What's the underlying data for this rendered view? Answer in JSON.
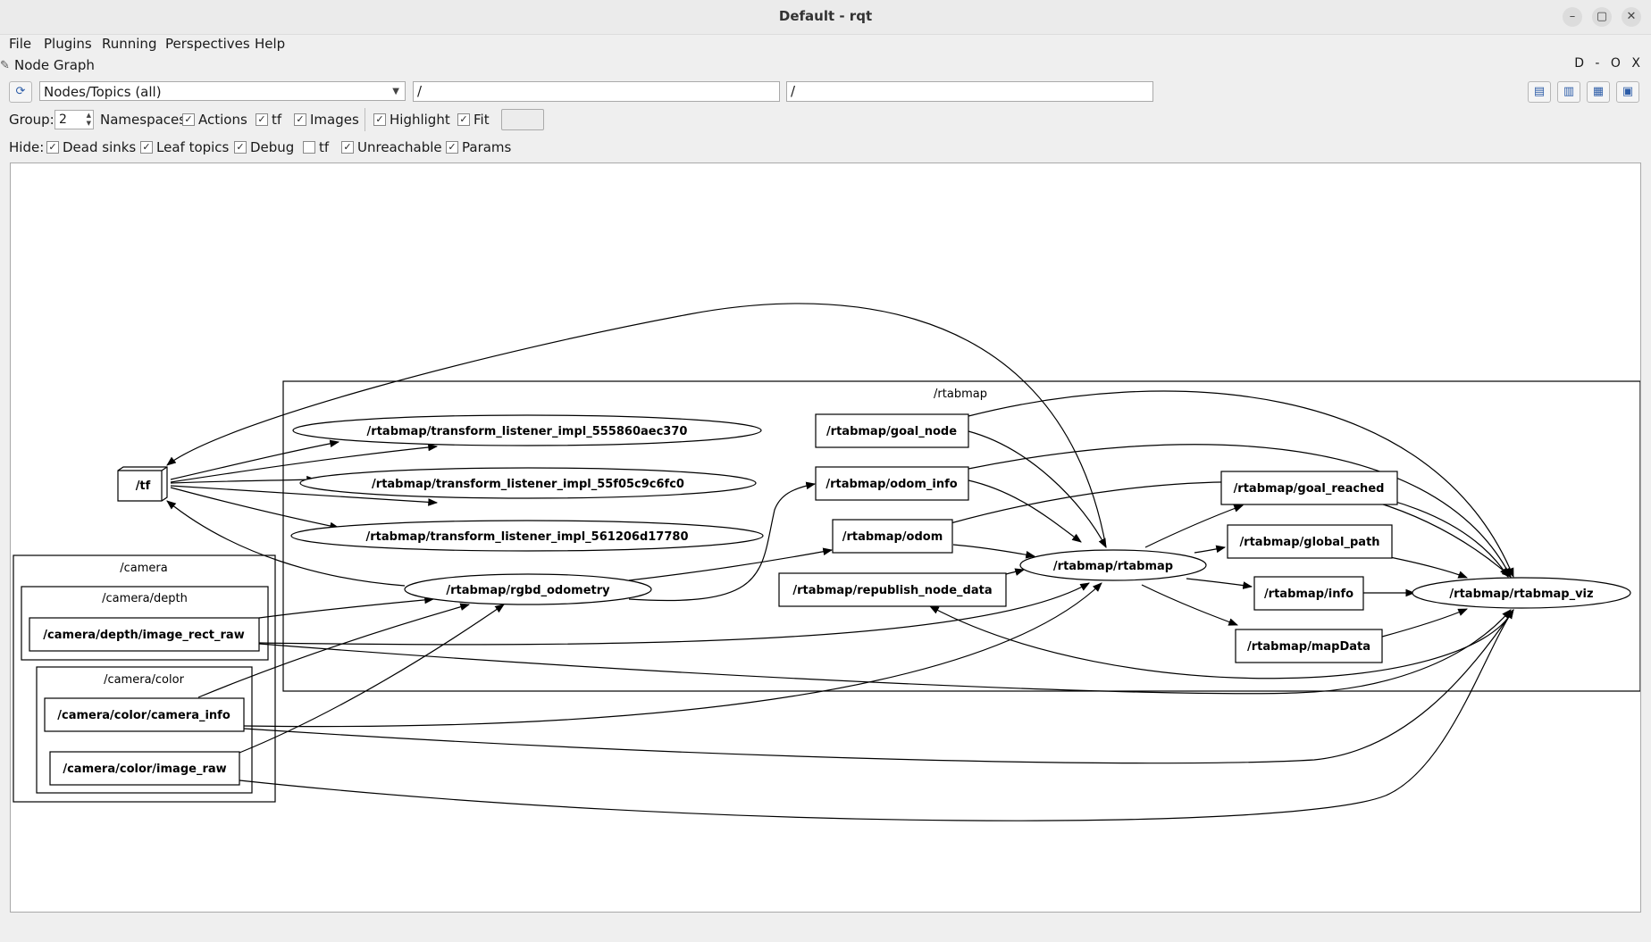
{
  "window": {
    "title": "Default - rqt"
  },
  "window_controls": {
    "minimize": "–",
    "maximize": "▢",
    "close": "✕"
  },
  "menubar": {
    "items": [
      "File",
      "Plugins",
      "Running",
      "Perspectives",
      "Help"
    ]
  },
  "plugin": {
    "title": "Node Graph",
    "dock_buttons": "D - O X"
  },
  "toolbar": {
    "view_mode": "Nodes/Topics (all)",
    "node_filter": "/",
    "topic_filter": "/"
  },
  "options": {
    "group_label": "Group:",
    "group_value": "2",
    "namespaces_label": "Namespaces",
    "actions_label": "Actions",
    "tf_label": "tf",
    "images_label": "Images",
    "highlight_label": "Highlight",
    "fit_label": "Fit",
    "checked": {
      "namespaces": false,
      "actions": true,
      "tf": true,
      "images": true,
      "highlight": true,
      "fit": true
    }
  },
  "hide": {
    "label": "Hide:",
    "dead_sinks_label": "Dead sinks",
    "leaf_topics_label": "Leaf topics",
    "debug_label": "Debug",
    "tf_label": "tf",
    "unreachable_label": "Unreachable",
    "params_label": "Params",
    "checked": {
      "dead_sinks": true,
      "leaf_topics": true,
      "debug": true,
      "tf": false,
      "unreachable": true,
      "params": true
    }
  },
  "graph": {
    "clusters": {
      "rtabmap": "/rtabmap",
      "camera": "/camera",
      "camera_depth": "/camera/depth",
      "camera_color": "/camera/color"
    },
    "nodes": {
      "tf": "/tf",
      "tl1": "/rtabmap/transform_listener_impl_555860aec370",
      "tl2": "/rtabmap/transform_listener_impl_55f05c9c6fc0",
      "tl3": "/rtabmap/transform_listener_impl_561206d17780",
      "rgbd_odometry": "/rtabmap/rgbd_odometry",
      "depth_image": "/camera/depth/image_rect_raw",
      "camera_info": "/camera/color/camera_info",
      "color_image": "/camera/color/image_raw",
      "goal_node": "/rtabmap/goal_node",
      "odom_info": "/rtabmap/odom_info",
      "odom": "/rtabmap/odom",
      "republish": "/rtabmap/republish_node_data",
      "rtabmap": "/rtabmap/rtabmap",
      "goal_reached": "/rtabmap/goal_reached",
      "global_path": "/rtabmap/global_path",
      "info": "/rtabmap/info",
      "mapdata": "/rtabmap/mapData",
      "rtabmap_viz": "/rtabmap/rtabmap_viz"
    }
  }
}
